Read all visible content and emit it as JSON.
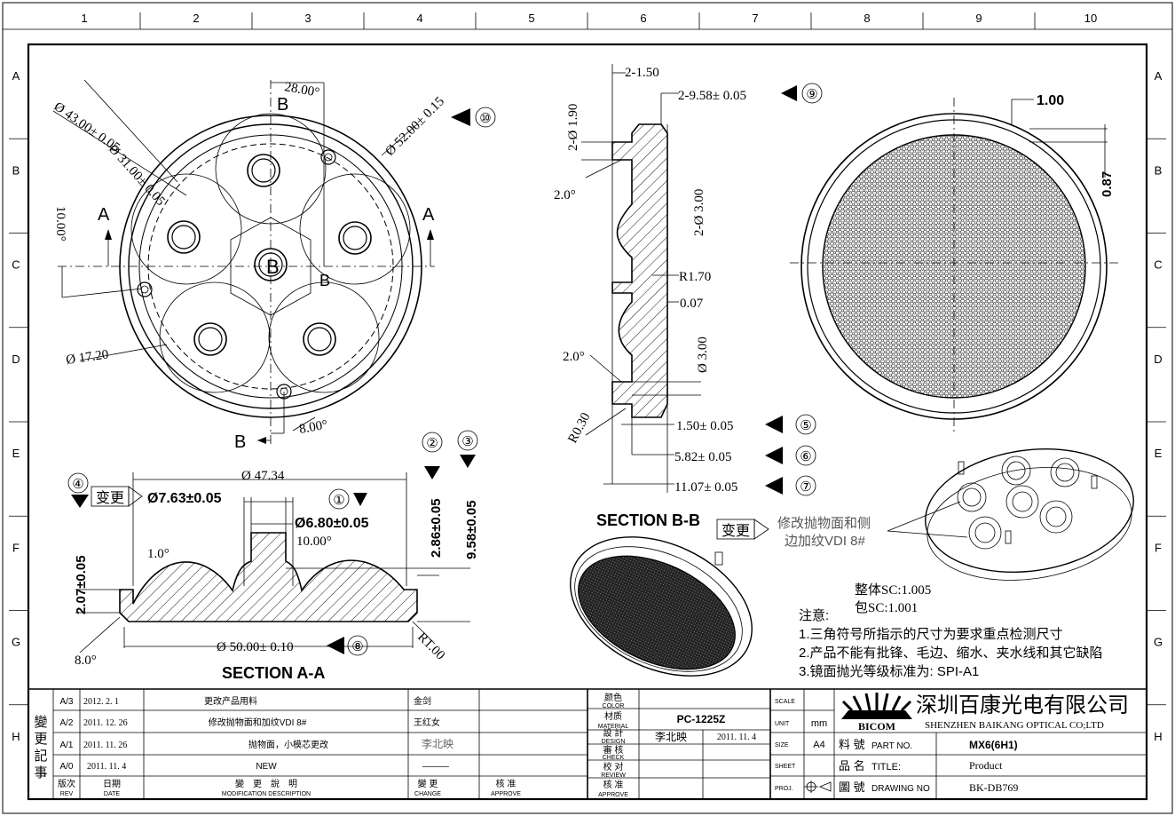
{
  "frame": {
    "columns": [
      "1",
      "2",
      "3",
      "4",
      "5",
      "6",
      "7",
      "8",
      "9",
      "10"
    ],
    "rows": [
      "A",
      "B",
      "C",
      "D",
      "E",
      "F",
      "G",
      "H"
    ]
  },
  "front_view": {
    "dims": {
      "d31": "Ø 31.00± 0.05",
      "d43": "Ø 43.00± 0.05",
      "d52": "Ø 52.00± 0.15",
      "ang28": "28.00°",
      "ang10": "10.00°",
      "d17": "Ø 17.20",
      "ang8": "8.00°"
    },
    "labels": {
      "a": "A",
      "b": "B"
    },
    "callout": "⑩"
  },
  "section_bb": {
    "title": "SECTION B-B",
    "dims": {
      "d1": "2-1.50",
      "d2": "2-9.58± 0.05",
      "d3": "2-Ø 1.90",
      "d4": "2.0°",
      "d5": "2-Ø 3.00",
      "d6": "R1.70",
      "d7": "0.07",
      "d8": "2.0°",
      "d9": "Ø 3.00",
      "d10": "R0.30",
      "d11": "1.50± 0.05",
      "d12": "5.82± 0.05",
      "d13": "11.07± 0.05"
    },
    "callouts": {
      "c9": "⑨",
      "c5": "⑤",
      "c6": "⑥",
      "c7": "⑦"
    }
  },
  "texture_view": {
    "dims": {
      "t1": "1.00",
      "t2": "0.87"
    }
  },
  "section_aa": {
    "title": "SECTION A-A",
    "dims": {
      "d1": "Ø 47.34",
      "d2": "Ø7.63±0.05",
      "d3": "Ø6.80±0.05",
      "d4": "10.00°",
      "d5": "1.0°",
      "d6": "2.07±0.05",
      "d7": "2.86±0.05",
      "d8": "9.58±0.05",
      "d9": "Ø 50.00± 0.10",
      "d10": "R1.00",
      "d11": "8.0°"
    },
    "change_tag": "变更",
    "callouts": {
      "c1": "①",
      "c2": "②",
      "c3": "③",
      "c4": "④",
      "c8": "⑧"
    }
  },
  "change_note": {
    "tag": "变更",
    "line1": "修改抛物面和侧",
    "line2": "边加纹VDI 8#"
  },
  "notes": {
    "sc1": "整体SC:1.005",
    "sc2": "包SC:1.001",
    "title": "注意:",
    "n1": "1.三角符号所指示的尺寸为要求重点检测尺寸",
    "n2": "2.产品不能有批锋、毛边、缩水、夹水线和其它缺陷",
    "n3": "3.镜面抛光等级标准为: SPI-A1"
  },
  "revision_table": {
    "side_title": [
      "變",
      "更",
      "記",
      "事"
    ],
    "rows": [
      {
        "rev": "A/3",
        "date": "2012. 2. 1",
        "desc": "更改产品用料",
        "change": "金剑"
      },
      {
        "rev": "A/2",
        "date": "2011. 12. 26",
        "desc": "修改抛物面和加纹VDI 8#",
        "change": "王红女"
      },
      {
        "rev": "A/1",
        "date": "2011. 11. 26",
        "desc": "抛物面，小模芯更改",
        "change": "李北映"
      },
      {
        "rev": "A/0",
        "date": "2011. 11. 4",
        "desc": "NEW",
        "change": "———"
      }
    ],
    "header": {
      "rev_cn": "版次",
      "rev_en": "REV",
      "date_cn": "日期",
      "date_en": "DATE",
      "desc_cn": "變　更　說　明",
      "desc_en": "MODIFICATION  DESCRIPTION",
      "change_cn": "變 更",
      "change_en": "CHANGE",
      "approve_cn": "核 准",
      "approve_en": "APPROVE"
    }
  },
  "approval": {
    "rows": [
      {
        "cn": "颜色",
        "en": "COLOR"
      },
      {
        "cn": "材质",
        "en": "MATERIAL"
      },
      {
        "cn": "設 計",
        "en": "DESIGN"
      },
      {
        "cn": "審 核",
        "en": "CHECK"
      },
      {
        "cn": "校 对",
        "en": "REVIEW"
      },
      {
        "cn": "核 准",
        "en": "APPROVE"
      }
    ],
    "material": "PC-1225Z",
    "designer": "李北映",
    "design_date": "2011. 11. 4"
  },
  "title_block": {
    "scale_label": "SCALE",
    "unit_label": "UNIT",
    "unit": "mm",
    "size_label": "SIZE",
    "size": "A4",
    "sheet_label": "SHEET",
    "proj_label": "PROJ.",
    "logo": "BICOM",
    "company_cn": "深圳百康光电有限公司",
    "company_en": "SHENZHEN BAIKANG OPTICAL CO;LTD",
    "part_no_cn": "料 號",
    "part_no_en": "PART NO.",
    "part_no": "MX6(6H1)",
    "title_cn": "品 名",
    "title_en": "TITLE:",
    "title": "Product",
    "drawing_no_cn": "圖 號",
    "drawing_no_en": "DRAWING NO",
    "drawing_no": "BK-DB769"
  }
}
